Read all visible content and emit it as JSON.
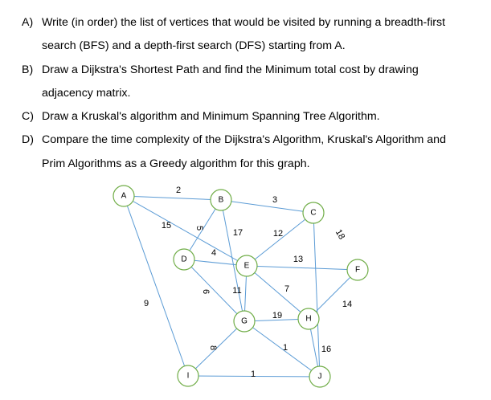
{
  "questions": [
    {
      "letter": "A)",
      "lines": [
        "Write (in order) the list of vertices that would be visited by running a breadth-first",
        "search (BFS) and a depth-first search (DFS) starting from A."
      ]
    },
    {
      "letter": "B)",
      "lines": [
        "Draw a Dijkstra's Shortest Path and find the Minimum total cost by drawing",
        "adjacency matrix."
      ]
    },
    {
      "letter": "C)",
      "lines": [
        "Draw a Kruskal's algorithm and Minimum Spanning Tree Algorithm."
      ]
    },
    {
      "letter": "D)",
      "lines": [
        "Compare the time complexity of the Dijkstra's Algorithm, Kruskal's Algorithm and",
        "Prim Algorithms as a Greedy algorithm for this graph."
      ]
    }
  ],
  "graph": {
    "nodes": [
      "A",
      "B",
      "C",
      "D",
      "E",
      "F",
      "G",
      "H",
      "I",
      "J"
    ],
    "edges": [
      {
        "from": "A",
        "to": "B",
        "weight": "2"
      },
      {
        "from": "A",
        "to": "E",
        "weight": "15"
      },
      {
        "from": "A",
        "to": "I",
        "weight": "9"
      },
      {
        "from": "B",
        "to": "C",
        "weight": "3"
      },
      {
        "from": "B",
        "to": "D",
        "weight": "5"
      },
      {
        "from": "B",
        "to": "G",
        "weight": "17"
      },
      {
        "from": "C",
        "to": "E",
        "weight": "12"
      },
      {
        "from": "C",
        "to": "J",
        "weight": "18"
      },
      {
        "from": "D",
        "to": "E",
        "weight": "4"
      },
      {
        "from": "D",
        "to": "G",
        "weight": "6"
      },
      {
        "from": "E",
        "to": "F",
        "weight": "13"
      },
      {
        "from": "E",
        "to": "H",
        "weight": "7"
      },
      {
        "from": "E",
        "to": "G",
        "weight": "11"
      },
      {
        "from": "F",
        "to": "H",
        "weight": "14"
      },
      {
        "from": "G",
        "to": "H",
        "weight": "19"
      },
      {
        "from": "G",
        "to": "I",
        "weight": "8"
      },
      {
        "from": "G",
        "to": "J",
        "weight": "1"
      },
      {
        "from": "H",
        "to": "J",
        "weight": "16"
      },
      {
        "from": "I",
        "to": "J",
        "weight": "1"
      }
    ]
  },
  "colors": {
    "edge": "#5b9bd5",
    "node_border": "#70ad47",
    "text": "#000000",
    "background": "#ffffff"
  }
}
